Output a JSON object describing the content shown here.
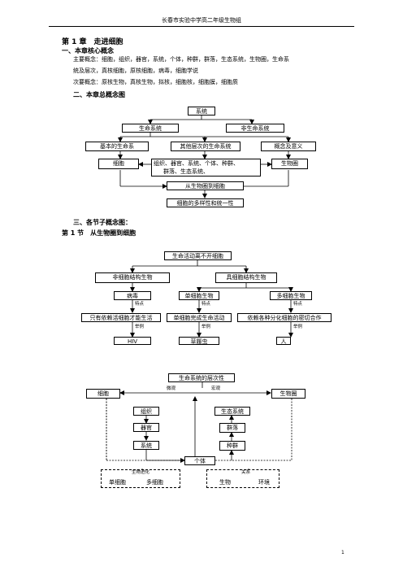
{
  "header": {
    "title": "长春市实验中学高二年级生物组"
  },
  "chapter": {
    "title": "第 1 章　走进细胞"
  },
  "section1": {
    "title": "一、本章核心概念",
    "main_line1": "主要概念：细胞，组织，器官，系统，个体，种群，群落，生态系统，生物圈，生命系",
    "main_line2": "统及层次，真核细胞，原核细胞，病毒，细胞学说",
    "secondary": "次要概念：原核生物，真核生物，拟核，细胞核，细胞膜，细胞质"
  },
  "section2": {
    "title": "二、本章总概念图"
  },
  "map1": {
    "system": "系统",
    "life_system": "生命系统",
    "non_life_system": "非生命系统",
    "basic": "基本的生命系",
    "other_levels": "其他层次的生命系统",
    "concept_meaning": "概念及意义",
    "cell": "细胞",
    "levels_line1": "组织、器官、系统、个体、种群、",
    "levels_line2": "群落、生态系统、",
    "biosphere": "生物圈",
    "from_to": "从生物圈到细胞",
    "diversity": "细胞的多样性和统一性"
  },
  "section3": {
    "title": "三、各节子概念图："
  },
  "section_1_1": {
    "title": "第 1 节　从生物圈到细胞"
  },
  "map2": {
    "root": "生命活动离不开细胞",
    "non_cellular": "非细胞结构生物",
    "cellular": "具细胞结构生物",
    "virus": "病毒",
    "unicellular": "单细胞生物",
    "multicellular": "多细胞生物",
    "feature": "特点",
    "virus_feature": "只有依赖活细胞才能生活",
    "uni_feature": "单细胞完成生命活动",
    "multi_feature": "依赖各种分化细胞的密切合作",
    "example": "举例",
    "hiv": "HIV",
    "paramecium": "草履虫",
    "human": "人"
  },
  "map3": {
    "root": "生命系统的层次性",
    "micro": "微观",
    "macro": "宏观",
    "cell": "细胞",
    "biosphere": "生物圈",
    "tissue": "组织",
    "organ": "器官",
    "system": "系统",
    "ecosystem": "生态系统",
    "community": "群落",
    "population": "种群",
    "individual": "个体",
    "evolution": "生物进化",
    "unicellular": "单细胞",
    "multicellular": "多细胞",
    "relation": "关系",
    "organism": "生物",
    "environment": "环境"
  },
  "page_number": "1"
}
